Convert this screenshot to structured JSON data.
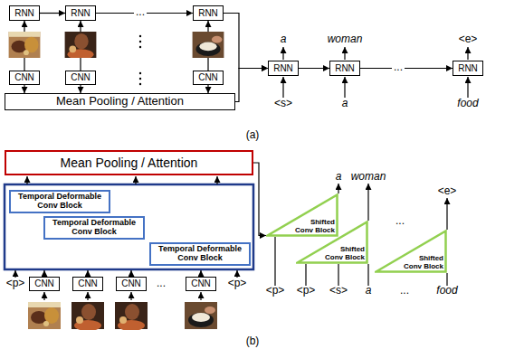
{
  "diagram": {
    "nodes": [
      {
        "text": [
          "RNN"
        ]
      },
      {
        "text": [
          "RNN"
        ]
      },
      {
        "text": [
          "RNN"
        ]
      },
      {
        "text": [
          "CNN"
        ]
      },
      {
        "text": [
          "CNN"
        ]
      },
      {
        "text": [
          "CNN"
        ]
      },
      {
        "text": [
          "Mean Pooling / Attention"
        ]
      },
      {
        "text": [
          "RNN"
        ]
      },
      {
        "text": [
          "RNN"
        ]
      },
      {
        "text": [
          "RNN"
        ]
      },
      {
        "text": [
          "Mean Pooling / Attention"
        ]
      },
      {
        "text": [
          "Temporal Deformable Conv Block"
        ]
      },
      {
        "text": [
          "Temporal Deformable Conv Block"
        ]
      },
      {
        "text": [
          "Temporal Deformable Conv Block"
        ]
      },
      {
        "text": [
          "CNN"
        ]
      },
      {
        "text": [
          "CNN"
        ]
      },
      {
        "text": [
          "CNN"
        ]
      },
      {
        "text": [
          "CNN"
        ]
      },
      {
        "text": [
          "Shifted Conv Block"
        ]
      },
      {
        "text": [
          "Shifted Conv Block"
        ]
      },
      {
        "text": [
          "Shifted Conv Block"
        ]
      }
    ],
    "edges": [
      {
        "from": 0,
        "to": 1,
        "arrow": "to"
      },
      {
        "from": 1,
        "to": 2,
        "arrow": "to"
      },
      {
        "from": 2,
        "to": 7,
        "arrow": "to"
      },
      {
        "from": 3,
        "to": 0,
        "arrow": "to"
      },
      {
        "from": 4,
        "to": 1,
        "arrow": "to"
      },
      {
        "from": 5,
        "to": 2,
        "arrow": "to"
      },
      {
        "from": 3,
        "to": 6,
        "arrow": "to"
      },
      {
        "from": 4,
        "to": 6,
        "arrow": "to"
      },
      {
        "from": 5,
        "to": 6,
        "arrow": "to"
      },
      {
        "from": 6,
        "to": 7,
        "arrow": "to"
      },
      {
        "from": 7,
        "to": 8,
        "arrow": "to"
      },
      {
        "from": 8,
        "to": 9,
        "arrow": "to"
      },
      {
        "from": 10,
        "to": 18,
        "arrow": "to"
      }
    ],
    "labels": [
      "...",
      "a",
      "woman",
      "<e>",
      "...",
      "<s>",
      "a",
      "food",
      "(a)",
      "a",
      "woman",
      "...",
      "<e>",
      "<p>",
      "...",
      "<p>",
      "<p>",
      "<p>",
      "<s>",
      "a",
      "...",
      "food",
      "(b)"
    ]
  }
}
